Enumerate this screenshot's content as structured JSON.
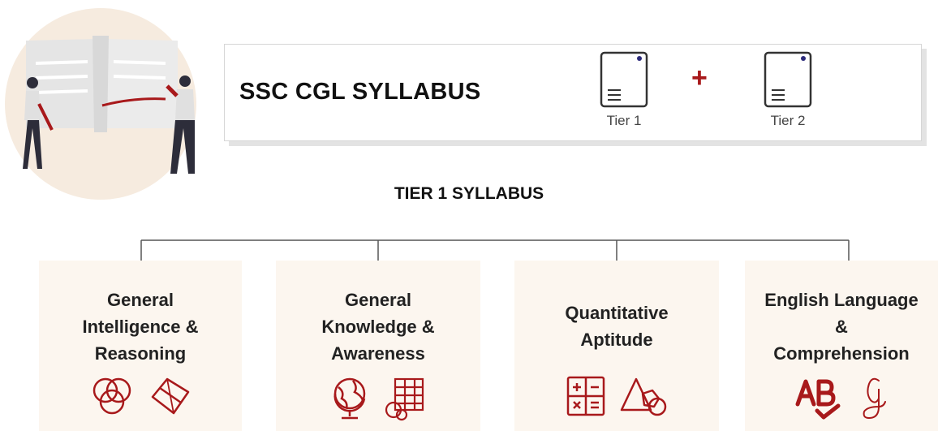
{
  "banner": {
    "title": "SSC CGL SYLLABUS",
    "plus": "+",
    "tiers": [
      {
        "label": "Tier 1",
        "icon": "document-icon"
      },
      {
        "label": "Tier 2",
        "icon": "document-icon"
      }
    ]
  },
  "section_title": "TIER 1 SYLLABUS",
  "cards": [
    {
      "line1": "General",
      "line2": "Intelligence &",
      "line3": "Reasoning",
      "icons": [
        "venn-circles-icon",
        "folded-map-icon"
      ]
    },
    {
      "line1": "General",
      "line2": "Knowledge &",
      "line3": "Awareness",
      "icons": [
        "globe-icon",
        "ledger-grid-icon"
      ]
    },
    {
      "line1": "Quantitative",
      "line2": "Aptitude",
      "icons": [
        "calculator-icon",
        "shapes-icon"
      ]
    },
    {
      "line1": "English Language",
      "line2": "&",
      "line3": "Comprehension",
      "icons": [
        "ab-check-icon",
        "cursive-g-icon"
      ]
    }
  ],
  "colors": {
    "accent": "#a8191b",
    "card_bg": "#fcf6ef",
    "illustration_bg": "#f6ebdf",
    "doc_dot": "#2b2a7a"
  }
}
